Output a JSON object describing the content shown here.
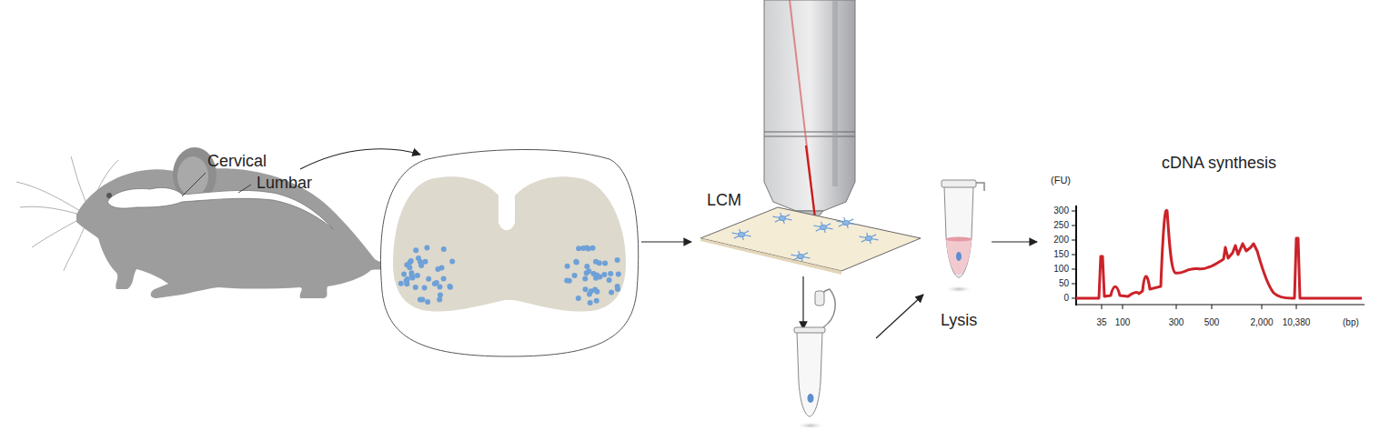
{
  "diagram": {
    "labels": [
      "Cervical",
      "Lumbar",
      "LCM",
      "Lysis",
      "cDNA synthesis",
      "(FU)",
      "300",
      "250",
      "200",
      "150",
      "100",
      "50",
      "0",
      "35",
      "100",
      "300",
      "500",
      "2,000",
      "10,380",
      "(bp)"
    ]
  }
}
